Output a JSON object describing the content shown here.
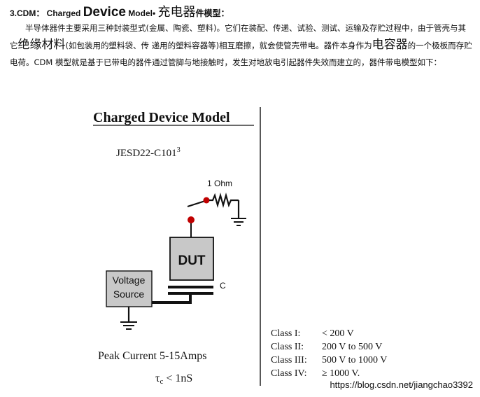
{
  "heading": {
    "prefix": "3.CDM： Charged ",
    "device": "Device",
    "model": " Model• ",
    "cjk_big": "充电器",
    "cjk_small": "件模型："
  },
  "paragraph": {
    "part1": "半导体器件主要采用三种封装型式(金属、陶瓷、塑料)。它们在装配、传递、试验、测试、运输及存贮过程中，由于管壳与其它",
    "highlight1": "绝缘材料",
    "part2": "(如包装用的塑料袋、传  递用的塑料容器等)相互磨擦，就会使管壳带电。器件本身作为",
    "highlight2": "电容器",
    "part3": "的一个极板而存贮电荷。CDM 模型就是基于已带电的器件通过管脚与地接触时，发生对地放电引起器件失效而建立的，器件带电模型如下："
  },
  "diagram": {
    "title": "Charged Device Model",
    "standard": "JESD22-C101",
    "standard_superscript": "3",
    "resistor_label": "1 Ohm",
    "dut_label": "DUT",
    "capacitor_label": "C",
    "source_label_line1": "Voltage",
    "source_label_line2": "Source",
    "peak_current": "Peak Current 5-15Amps",
    "tau_symbol": "τ",
    "tau_subscript": "c",
    "tau_value": " < 1nS",
    "classes": [
      {
        "name": "Class I:",
        "range": "< 200 V"
      },
      {
        "name": "Class II:",
        "range": "200 V to 500 V"
      },
      {
        "name": "Class III:",
        "range": "500 V to 1000 V"
      },
      {
        "name": "Class IV:",
        "range": "≥ 1000 V."
      }
    ]
  },
  "watermark": "https://blog.csdn.net/jiangchao3392",
  "colors": {
    "box_fill": "#c8c8c8",
    "probe_red": "#c00000",
    "text": "#111111",
    "watermark": "#9a9a9a"
  }
}
